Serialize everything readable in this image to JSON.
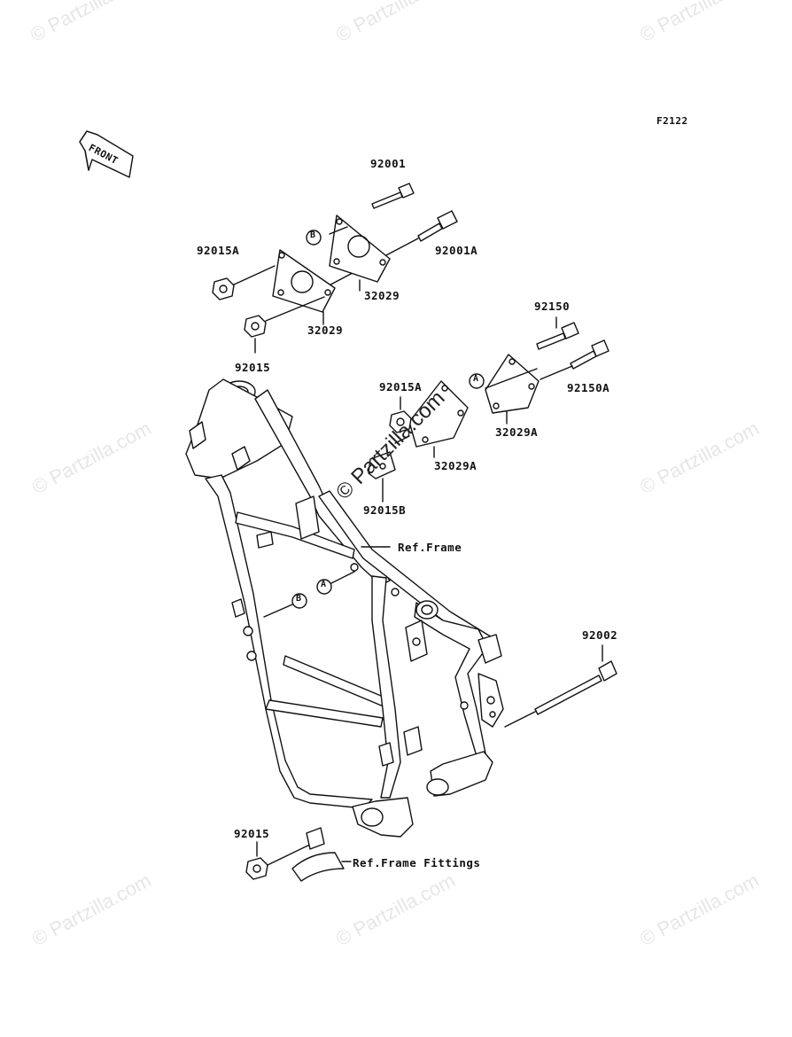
{
  "figure_id": "F2122",
  "front_label": "FRONT",
  "center_watermark": "© Partzilla.com",
  "watermark_text": "© Partzilla.com",
  "callouts": {
    "a": "A",
    "b": "B"
  },
  "parts": {
    "p92001": "92001",
    "p92001A": "92001A",
    "p92015A_top": "92015A",
    "p32029_right": "32029",
    "p32029_left": "32029",
    "p92015_top": "92015",
    "p92150": "92150",
    "p92150A": "92150A",
    "p92015A_mid": "92015A",
    "p32029A_right": "32029A",
    "p32029A_left": "32029A",
    "p92015B": "92015B",
    "p92002": "92002",
    "p92015_bottom": "92015"
  },
  "refs": {
    "frame": "Ref.Frame",
    "frame_fittings": "Ref.Frame Fittings"
  }
}
